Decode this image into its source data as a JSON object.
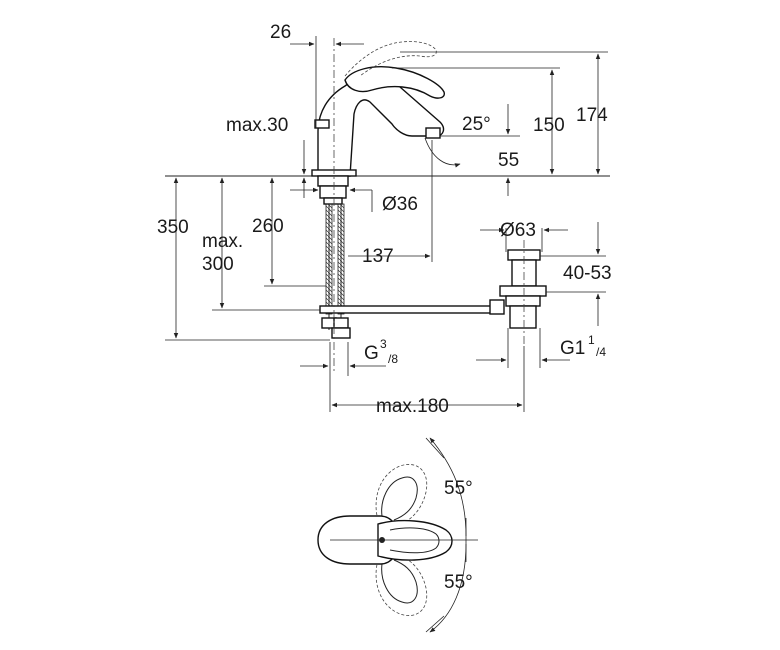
{
  "diagram": {
    "labels": {
      "top_offset": "26",
      "max30": "max.30",
      "angle_tilt": "25°",
      "height150": "150",
      "height174": "174",
      "height55": "55",
      "hole_diameter": "Ø36",
      "depth350": "350",
      "max300_line1": "max.",
      "max300_line2": "300",
      "depth260": "260",
      "reach137": "137",
      "waste_diameter": "Ø63",
      "range40_53": "40-53",
      "thread_g38_main": "G",
      "thread_g38_sup": "3",
      "thread_g38_sub": "/8",
      "thread_g114_main": "G1",
      "thread_g114_sup": "1",
      "thread_g114_sub": "/4",
      "max180": "max.180",
      "rot_upper": "55°",
      "rot_lower": "55°"
    },
    "colors": {
      "line": "#222222",
      "text": "#1a1a1a",
      "background": "#ffffff"
    }
  }
}
